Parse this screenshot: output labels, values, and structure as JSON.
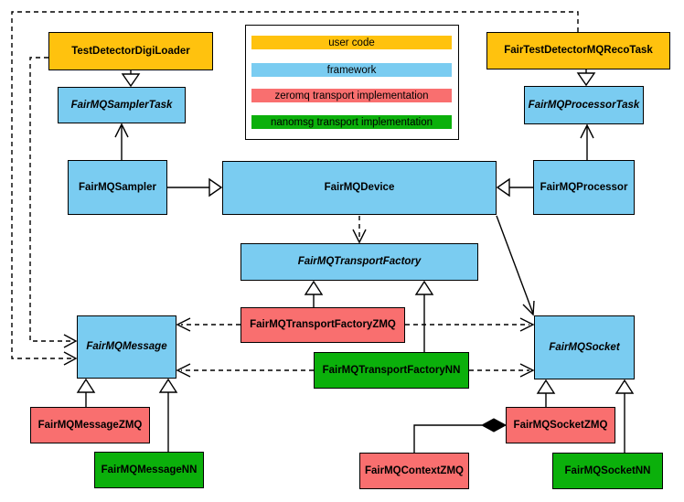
{
  "colors": {
    "user_code": "#FFC20E",
    "framework": "#7ACCF1",
    "zeromq": "#F96F6F",
    "nanomsg": "#0BB00B"
  },
  "legend": {
    "items": [
      {
        "label": "user code",
        "color": "#FFC20E"
      },
      {
        "label": "framework",
        "color": "#7ACCF1"
      },
      {
        "label": "zeromq transport implementation",
        "color": "#F96F6F"
      },
      {
        "label": "nanomsg transport implementation",
        "color": "#0BB00B"
      }
    ]
  },
  "nodes": [
    {
      "id": "TestDetectorDigiLoader",
      "label": "TestDetectorDigiLoader",
      "layer": "user_code",
      "abstract": false
    },
    {
      "id": "FairTestDetectorMQRecoTask",
      "label": "FairTestDetectorMQRecoTask",
      "layer": "user_code",
      "abstract": false
    },
    {
      "id": "FairMQSamplerTask",
      "label": "FairMQSamplerTask",
      "layer": "framework",
      "abstract": true
    },
    {
      "id": "FairMQProcessorTask",
      "label": "FairMQProcessorTask",
      "layer": "framework",
      "abstract": true
    },
    {
      "id": "FairMQSampler",
      "label": "FairMQSampler",
      "layer": "framework",
      "abstract": false
    },
    {
      "id": "FairMQDevice",
      "label": "FairMQDevice",
      "layer": "framework",
      "abstract": false
    },
    {
      "id": "FairMQProcessor",
      "label": "FairMQProcessor",
      "layer": "framework",
      "abstract": false
    },
    {
      "id": "FairMQTransportFactory",
      "label": "FairMQTransportFactory",
      "layer": "framework",
      "abstract": true
    },
    {
      "id": "FairMQTransportFactoryZMQ",
      "label": "FairMQTransportFactoryZMQ",
      "layer": "zeromq",
      "abstract": false
    },
    {
      "id": "FairMQTransportFactoryNN",
      "label": "FairMQTransportFactoryNN",
      "layer": "nanomsg",
      "abstract": false
    },
    {
      "id": "FairMQMessage",
      "label": "FairMQMessage",
      "layer": "framework",
      "abstract": true
    },
    {
      "id": "FairMQSocket",
      "label": "FairMQSocket",
      "layer": "framework",
      "abstract": true
    },
    {
      "id": "FairMQMessageZMQ",
      "label": "FairMQMessageZMQ",
      "layer": "zeromq",
      "abstract": false
    },
    {
      "id": "FairMQMessageNN",
      "label": "FairMQMessageNN",
      "layer": "nanomsg",
      "abstract": false
    },
    {
      "id": "FairMQSocketZMQ",
      "label": "FairMQSocketZMQ",
      "layer": "zeromq",
      "abstract": false
    },
    {
      "id": "FairMQSocketNN",
      "label": "FairMQSocketNN",
      "layer": "nanomsg",
      "abstract": false
    },
    {
      "id": "FairMQContextZMQ",
      "label": "FairMQContextZMQ",
      "layer": "zeromq",
      "abstract": false
    }
  ],
  "edges": [
    {
      "from": "TestDetectorDigiLoader",
      "to": "FairMQSamplerTask",
      "type": "inheritance"
    },
    {
      "from": "FairTestDetectorMQRecoTask",
      "to": "FairMQProcessorTask",
      "type": "inheritance"
    },
    {
      "from": "FairMQSampler",
      "to": "FairMQDevice",
      "type": "inheritance"
    },
    {
      "from": "FairMQProcessor",
      "to": "FairMQDevice",
      "type": "inheritance"
    },
    {
      "from": "FairMQTransportFactoryZMQ",
      "to": "FairMQTransportFactory",
      "type": "inheritance"
    },
    {
      "from": "FairMQTransportFactoryNN",
      "to": "FairMQTransportFactory",
      "type": "inheritance"
    },
    {
      "from": "FairMQMessageZMQ",
      "to": "FairMQMessage",
      "type": "inheritance"
    },
    {
      "from": "FairMQMessageNN",
      "to": "FairMQMessage",
      "type": "inheritance"
    },
    {
      "from": "FairMQSocketZMQ",
      "to": "FairMQSocket",
      "type": "inheritance"
    },
    {
      "from": "FairMQSocketNN",
      "to": "FairMQSocket",
      "type": "inheritance"
    },
    {
      "from": "FairMQSampler",
      "to": "FairMQSamplerTask",
      "type": "association"
    },
    {
      "from": "FairMQProcessor",
      "to": "FairMQProcessorTask",
      "type": "association"
    },
    {
      "from": "FairMQDevice",
      "to": "FairMQSocket",
      "type": "association"
    },
    {
      "from": "FairMQDevice",
      "to": "FairMQTransportFactory",
      "type": "dependency"
    },
    {
      "from": "FairMQTransportFactoryZMQ",
      "to": "FairMQMessage",
      "type": "dependency"
    },
    {
      "from": "FairMQTransportFactoryZMQ",
      "to": "FairMQSocket",
      "type": "dependency"
    },
    {
      "from": "FairMQTransportFactoryNN",
      "to": "FairMQMessage",
      "type": "dependency"
    },
    {
      "from": "FairMQTransportFactoryNN",
      "to": "FairMQSocket",
      "type": "dependency"
    },
    {
      "from": "TestDetectorDigiLoader",
      "to": "FairMQMessage",
      "type": "dependency"
    },
    {
      "from": "FairTestDetectorMQRecoTask",
      "to": "FairMQMessage",
      "type": "dependency"
    },
    {
      "from": "FairMQSocketZMQ",
      "to": "FairMQContextZMQ",
      "type": "composition"
    }
  ]
}
